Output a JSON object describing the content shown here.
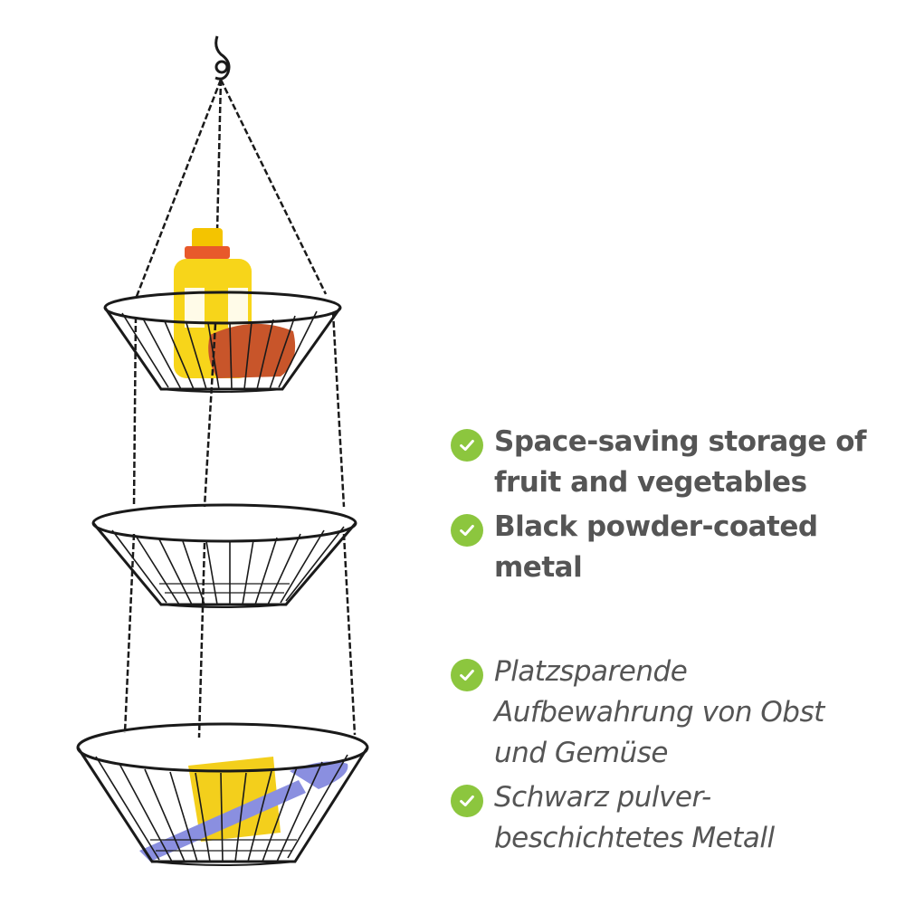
{
  "colors": {
    "check_green": "#8cc63e",
    "text_gray": "#555555",
    "metal_black": "#1a1a1a"
  },
  "features": [
    {
      "icon": "check-circle-icon",
      "text": "Space-saving storage of\nfruit and vegetables"
    },
    {
      "icon": "check-circle-icon",
      "text": "Black powder-coated\nmetal"
    },
    {
      "icon": "check-circle-icon",
      "text": "Platzsparende\nAufbewahrung von Obst\nund Gemüse"
    },
    {
      "icon": "check-circle-icon",
      "text": "Schwarz pulver-\nbeschichtetes Metall"
    }
  ]
}
